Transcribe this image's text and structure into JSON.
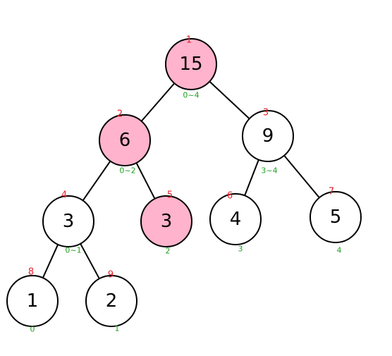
{
  "colors": {
    "highlight_fill": "#ffb3cc",
    "default_fill": "#ffffff",
    "index_label": "#e8202a",
    "range_label": "#1ea01e",
    "stroke": "#000000"
  },
  "nodes": [
    {
      "id": "n15",
      "value": "15",
      "index": "1",
      "range": "0~4",
      "highlighted": true
    },
    {
      "id": "n6",
      "value": "6",
      "index": "2",
      "range": "0~2",
      "highlighted": true
    },
    {
      "id": "n9",
      "value": "9",
      "index": "3",
      "range": "3~4",
      "highlighted": false
    },
    {
      "id": "n3a",
      "value": "3",
      "index": "4",
      "range": "0~1",
      "highlighted": false
    },
    {
      "id": "n3b",
      "value": "3",
      "index": "5",
      "range": "2",
      "highlighted": true
    },
    {
      "id": "n4",
      "value": "4",
      "index": "6",
      "range": "3",
      "highlighted": false
    },
    {
      "id": "n5",
      "value": "5",
      "index": "7",
      "range": "4",
      "highlighted": false
    },
    {
      "id": "n1",
      "value": "1",
      "index": "8",
      "range": "0",
      "highlighted": false
    },
    {
      "id": "n2",
      "value": "2",
      "index": "9",
      "range": "1",
      "highlighted": false
    }
  ],
  "edges": [
    [
      "n15",
      "n6"
    ],
    [
      "n15",
      "n9"
    ],
    [
      "n6",
      "n3a"
    ],
    [
      "n6",
      "n3b"
    ],
    [
      "n9",
      "n4"
    ],
    [
      "n9",
      "n5"
    ],
    [
      "n3a",
      "n1"
    ],
    [
      "n3a",
      "n2"
    ]
  ]
}
